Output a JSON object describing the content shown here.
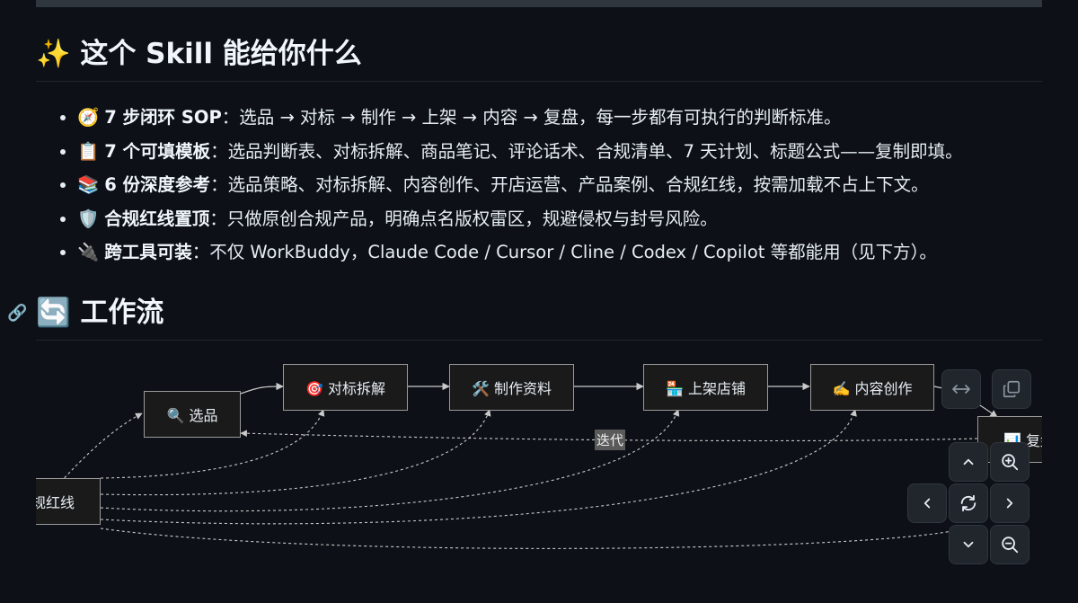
{
  "sections": {
    "features_title": "✨ 这个 Skill 能给你什么",
    "workflow_title": "🔄 工作流"
  },
  "features": [
    {
      "emoji": "🧭",
      "bold": "7 步闭环 SOP",
      "text": "：选品 → 对标 → 制作 → 上架 → 内容 → 复盘，每一步都有可执行的判断标准。"
    },
    {
      "emoji": "📋",
      "bold": "7 个可填模板",
      "text": "：选品判断表、对标拆解、商品笔记、评论话术、合规清单、7 天计划、标题公式——复制即填。"
    },
    {
      "emoji": "📚",
      "bold": "6 份深度参考",
      "text": "：选品策略、对标拆解、内容创作、开店运营、产品案例、合规红线，按需加载不占上下文。"
    },
    {
      "emoji": "🛡️",
      "bold": "合规红线置顶",
      "text": "：只做原创合规产品，明确点名版权雷区，规避侵权与封号风险。"
    },
    {
      "emoji": "🔌",
      "bold": "跨工具可装",
      "text": "：不仅 WorkBuddy，Claude Code / Cursor / Cline / Codex / Copilot 等都能用（见下方）。"
    }
  ],
  "flow": {
    "nodes": {
      "select": "🔍 选品",
      "benchmark": "🎯 对标拆解",
      "make": "🛠️ 制作资料",
      "listing": "🏪 上架店铺",
      "content": "✍️ 内容创作",
      "review": "📊 复盘",
      "compliance": "规红线"
    },
    "edge_label": "迭代"
  },
  "controls": [
    "expand-icon",
    "copy-icon",
    "pan-up-icon",
    "zoom-in-icon",
    "pan-left-icon",
    "reset-icon",
    "pan-right-icon",
    "pan-down-icon",
    "zoom-out-icon"
  ]
}
